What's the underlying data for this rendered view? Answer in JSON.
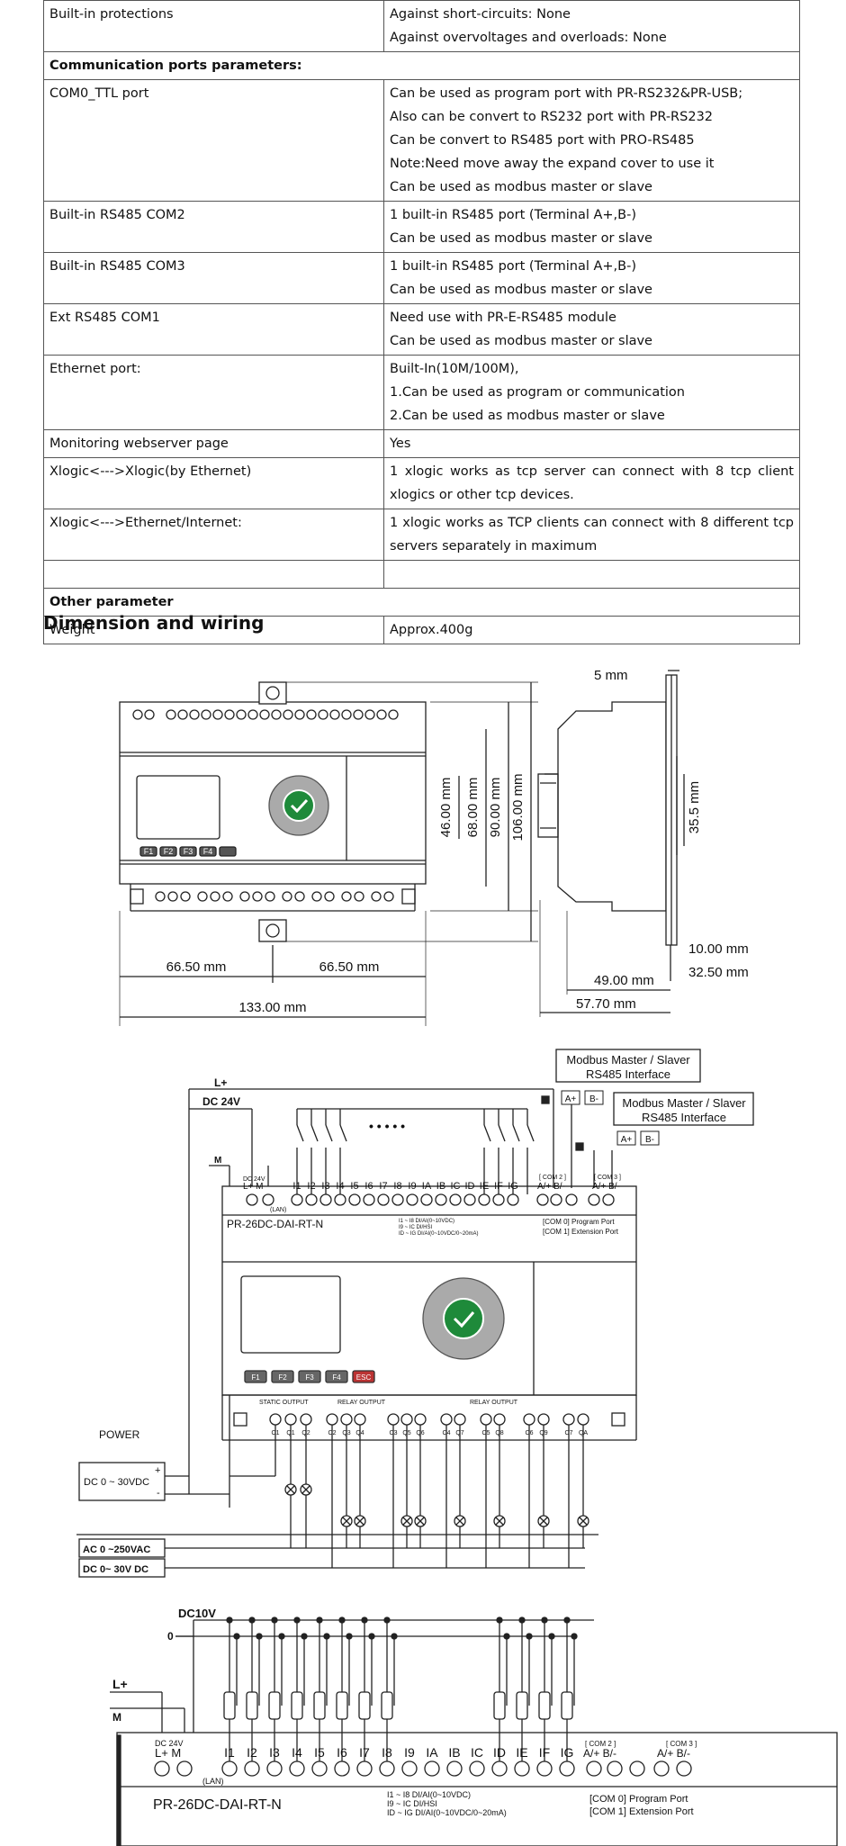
{
  "table": {
    "rows": [
      {
        "kind": "row",
        "label": "Built-in protections",
        "lines": [
          "Against short-circuits: None",
          "Against overvoltages and overloads: None"
        ]
      },
      {
        "kind": "section",
        "label": "Communication ports parameters:"
      },
      {
        "kind": "row",
        "label": "COM0_TTL port",
        "lines": [
          "Can be used as program port with PR-RS232&PR-USB;",
          "Also can be convert to RS232 port with PR-RS232",
          "Can be convert to RS485 port with PRO-RS485",
          "Note:Need move away the expand cover to use it",
          "Can be used as modbus master or slave"
        ]
      },
      {
        "kind": "row",
        "label": "Built-in RS485 COM2",
        "lines": [
          "1 built-in RS485 port (Terminal A+,B-)",
          "Can be used as modbus master or slave"
        ]
      },
      {
        "kind": "row",
        "label": "Built-in RS485 COM3",
        "lines": [
          "1 built-in RS485 port (Terminal A+,B-)",
          "Can be used as modbus master or slave"
        ]
      },
      {
        "kind": "row",
        "label": "Ext RS485 COM1",
        "lines": [
          "Need use with PR-E-RS485 module",
          "Can be used as modbus master or slave"
        ]
      },
      {
        "kind": "row",
        "label": "Ethernet port:",
        "lines": [
          "Built-In(10M/100M),",
          "1.Can be used as program or communication",
          "2.Can be used as modbus master or slave"
        ]
      },
      {
        "kind": "row",
        "label": "Monitoring webserver page",
        "lines": [
          "Yes"
        ]
      },
      {
        "kind": "row",
        "label": "Xlogic<--->Xlogic(by Ethernet)",
        "just": true,
        "lines": [
          "1 xlogic works as tcp server can connect with 8 tcp client",
          "xlogics or other tcp devices."
        ]
      },
      {
        "kind": "row",
        "label": "Xlogic<--->Ethernet/Internet:",
        "just": true,
        "lines": [
          "1 xlogic works as TCP clients can connect with 8 different tcp",
          "servers separately in maximum"
        ]
      },
      {
        "kind": "row",
        "label": "",
        "lines": [
          ""
        ]
      },
      {
        "kind": "section",
        "label": "Other parameter"
      },
      {
        "kind": "row",
        "label": "Weight",
        "lines": [
          "Approx.400g"
        ]
      }
    ]
  },
  "heading": "Dimension and wiring",
  "dimensions": {
    "top_right": "5 mm",
    "v1": "46.00 mm",
    "v2": "68.00 mm",
    "v3": "90.00 mm",
    "v4": "106.00 mm",
    "side_v": "35.5 mm",
    "w_left": "66.50 mm",
    "w_right": "66.50 mm",
    "w_total": "133.00 mm",
    "side_a": "10.00 mm",
    "side_b": "32.50 mm",
    "side_c": "49.00 mm",
    "side_d": "57.70 mm",
    "fkeys": [
      "F1",
      "F2",
      "F3",
      "F4"
    ]
  },
  "wiring1": {
    "lplus": "L+",
    "dc24": "DC 24V",
    "m": "M",
    "mb1_title": "Modbus Master / Slaver",
    "mb1_sub": "RS485 Interface",
    "mb2_title": "Modbus Master / Slaver",
    "mb2_sub": "RS485 Interface",
    "ap": "A+",
    "bm": "B-",
    "dc24v_small": "DC 24V",
    "lm": "L+  M",
    "inputs": [
      "I1",
      "I2",
      "I3",
      "I4",
      "I5",
      "I6",
      "I7",
      "I8",
      "I9",
      "IA",
      "IB",
      "IC",
      "ID",
      "IE",
      "IF",
      "IG"
    ],
    "com2": "[ COM 2 ]",
    "com3": "[ COM 3 ]",
    "abab": "A/+  B/-",
    "lan": "(LAN)",
    "model": "PR-26DC-DAI-RT-N",
    "note1": "I1 ~ I8 DI/AI(0~10VDC)",
    "note2": "I9 ~ IC DI/HSI",
    "note3": "ID ~ IG DI/AI(0~10VDC/0~20mA)",
    "port1": "[COM 0] Program Port",
    "port2": "[COM 1] Extension Port",
    "fkeys": [
      "F1",
      "F2",
      "F3",
      "F4",
      "ESC"
    ],
    "static_out": "STATIC OUTPUT",
    "relay_out1": "RELAY OUTPUT",
    "relay_out2": "RELAY OUTPUT",
    "outputs": [
      "C1",
      "Q1",
      "Q2",
      "C2",
      "Q3",
      "Q4",
      "C3",
      "Q5",
      "Q6",
      "C4",
      "Q7",
      "C5",
      "Q8",
      "C6",
      "Q9",
      "C7",
      "QA"
    ],
    "power": "POWER",
    "dc_range": "DC 0 ~ 30VDC",
    "ac": "AC 0 ~250VAC",
    "dc": "DC 0~ 30V DC",
    "ellipsis": "• • • • •"
  },
  "wiring2": {
    "dc10v": "DC10V",
    "zero": "0",
    "lplus": "L+",
    "m": "M",
    "dc24v_small": "DC  24V",
    "lm": "L+  M",
    "inputs": [
      "I1",
      "I2",
      "I3",
      "I4",
      "I5",
      "I6",
      "I7",
      "I8",
      "I9",
      "IA",
      "IB",
      "IC",
      "ID",
      "IE",
      "IF",
      "IG"
    ],
    "com2": "[ COM 2 ]",
    "com3": "[ COM 3 ]",
    "abab": "A/+  B/-",
    "abab2": "A/+  B/-",
    "lan": "(LAN)",
    "model": "PR-26DC-DAI-RT-N",
    "note1": "I1 ~ I8 DI/AI(0~10VDC)",
    "note2": "I9 ~ IC DI/HSI",
    "note3": "ID ~ IG DI/AI(0~10VDC/0~20mA)",
    "port1": "[COM 0] Program Port",
    "port2": "[COM 1] Extension Port"
  }
}
